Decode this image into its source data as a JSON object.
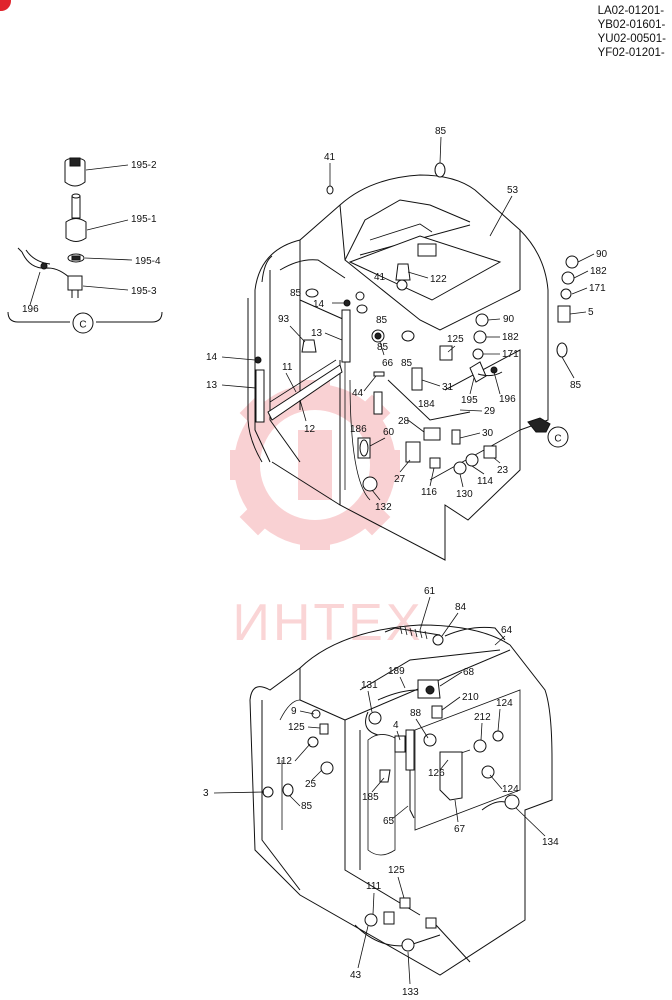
{
  "serial_numbers": [
    "LA02-01201-",
    "YB02-01601-",
    "YU02-00501-",
    "YF02-01201-"
  ],
  "watermark": {
    "text": "ИНТЕХ",
    "color": "#e8323a"
  },
  "detail_view": {
    "letter": "C"
  },
  "upper_callouts": [
    {
      "id": "u195_2",
      "text": "195-2"
    },
    {
      "id": "u195_1",
      "text": "195-1"
    },
    {
      "id": "u195_4",
      "text": "195-4"
    },
    {
      "id": "u195_3",
      "text": "195-3"
    },
    {
      "id": "u196a",
      "text": "196"
    },
    {
      "id": "u41a",
      "text": "41"
    },
    {
      "id": "u85a",
      "text": "85"
    },
    {
      "id": "u53",
      "text": "53"
    },
    {
      "id": "u90a",
      "text": "90"
    },
    {
      "id": "u182a",
      "text": "182"
    },
    {
      "id": "u171a",
      "text": "171"
    },
    {
      "id": "u5",
      "text": "5"
    },
    {
      "id": "u85b",
      "text": "85"
    },
    {
      "id": "u41b",
      "text": "41"
    },
    {
      "id": "u122",
      "text": "122"
    },
    {
      "id": "u85c",
      "text": "85"
    },
    {
      "id": "u14a",
      "text": "14"
    },
    {
      "id": "u85d",
      "text": "85"
    },
    {
      "id": "u93",
      "text": "93"
    },
    {
      "id": "u13a",
      "text": "13"
    },
    {
      "id": "u85e",
      "text": "85"
    },
    {
      "id": "u66",
      "text": "66"
    },
    {
      "id": "u85f",
      "text": "85"
    },
    {
      "id": "u125a",
      "text": "125"
    },
    {
      "id": "u90b",
      "text": "90"
    },
    {
      "id": "u182b",
      "text": "182"
    },
    {
      "id": "u171b",
      "text": "171"
    },
    {
      "id": "u14b",
      "text": "14"
    },
    {
      "id": "u11",
      "text": "11"
    },
    {
      "id": "u13b",
      "text": "13"
    },
    {
      "id": "u44",
      "text": "44"
    },
    {
      "id": "u31",
      "text": "31"
    },
    {
      "id": "u184",
      "text": "184"
    },
    {
      "id": "u195",
      "text": "195"
    },
    {
      "id": "u196b",
      "text": "196"
    },
    {
      "id": "u85g",
      "text": "85"
    },
    {
      "id": "u12",
      "text": "12"
    },
    {
      "id": "u186",
      "text": "186"
    },
    {
      "id": "u28",
      "text": "28"
    },
    {
      "id": "u29",
      "text": "29"
    },
    {
      "id": "u60",
      "text": "60"
    },
    {
      "id": "u30",
      "text": "30"
    },
    {
      "id": "u27",
      "text": "27"
    },
    {
      "id": "u116",
      "text": "116"
    },
    {
      "id": "u130",
      "text": "130"
    },
    {
      "id": "u114",
      "text": "114"
    },
    {
      "id": "u23",
      "text": "23"
    },
    {
      "id": "u132",
      "text": "132"
    }
  ],
  "lower_callouts": [
    {
      "id": "l61",
      "text": "61"
    },
    {
      "id": "l84",
      "text": "84"
    },
    {
      "id": "l64",
      "text": "64"
    },
    {
      "id": "l68",
      "text": "68"
    },
    {
      "id": "l189",
      "text": "189"
    },
    {
      "id": "l131",
      "text": "131"
    },
    {
      "id": "l210",
      "text": "210"
    },
    {
      "id": "l9",
      "text": "9"
    },
    {
      "id": "l88",
      "text": "88"
    },
    {
      "id": "l124a",
      "text": "124"
    },
    {
      "id": "l125a",
      "text": "125"
    },
    {
      "id": "l4",
      "text": "4"
    },
    {
      "id": "l212",
      "text": "212"
    },
    {
      "id": "l112",
      "text": "112"
    },
    {
      "id": "l126",
      "text": "126"
    },
    {
      "id": "l25",
      "text": "25"
    },
    {
      "id": "l3",
      "text": "3"
    },
    {
      "id": "l124b",
      "text": "124"
    },
    {
      "id": "l185",
      "text": "185"
    },
    {
      "id": "l85",
      "text": "85"
    },
    {
      "id": "l65",
      "text": "65"
    },
    {
      "id": "l67",
      "text": "67"
    },
    {
      "id": "l134",
      "text": "134"
    },
    {
      "id": "l125b",
      "text": "125"
    },
    {
      "id": "l111",
      "text": "111"
    },
    {
      "id": "l43",
      "text": "43"
    },
    {
      "id": "l133",
      "text": "133"
    }
  ]
}
